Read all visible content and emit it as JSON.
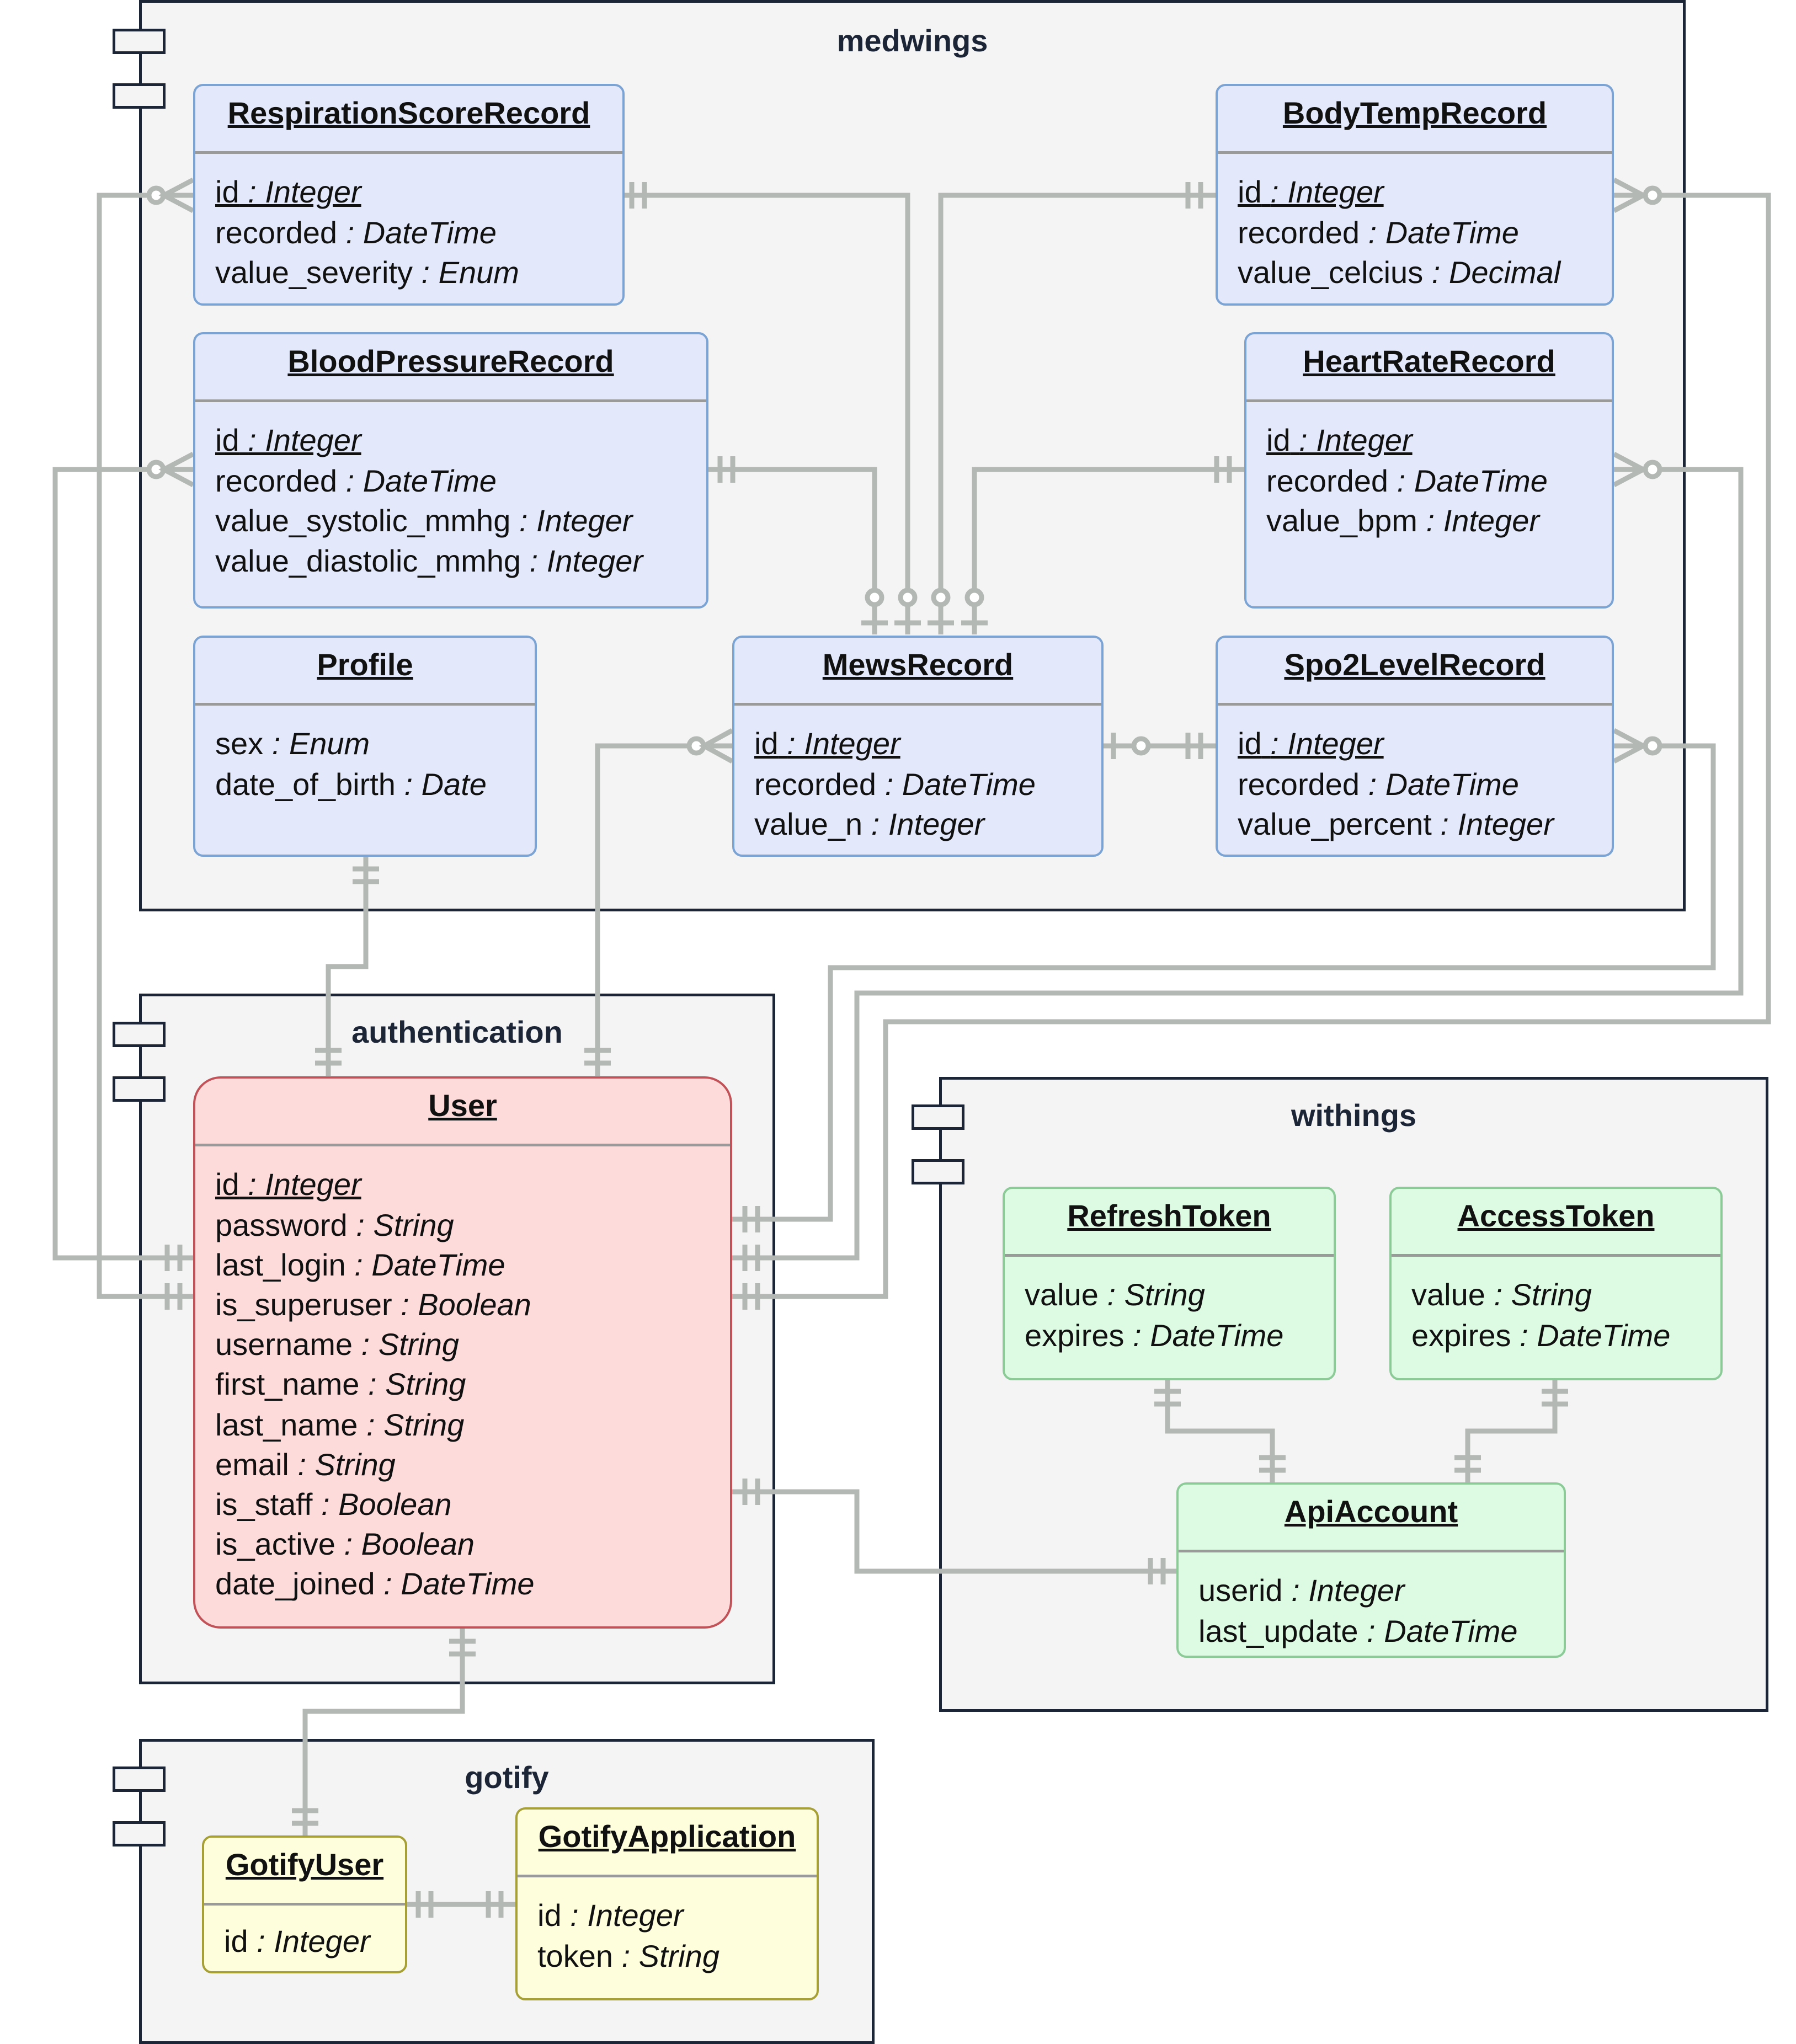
{
  "packages": {
    "medwings": "medwings",
    "authentication": "authentication",
    "withings": "withings",
    "gotify": "gotify"
  },
  "entities": {
    "respiration": {
      "name": "RespirationScoreRecord",
      "attrs": [
        {
          "name": "id",
          "type": ": Integer"
        },
        {
          "name": "recorded",
          "type": ": DateTime"
        },
        {
          "name": "value_severity",
          "type": ": Enum"
        }
      ]
    },
    "bodytemp": {
      "name": "BodyTempRecord",
      "attrs": [
        {
          "name": "id",
          "type": ": Integer"
        },
        {
          "name": "recorded",
          "type": ": DateTime"
        },
        {
          "name": "value_celcius",
          "type": ": Decimal"
        }
      ]
    },
    "bloodpressure": {
      "name": "BloodPressureRecord",
      "attrs": [
        {
          "name": "id",
          "type": ": Integer"
        },
        {
          "name": "recorded",
          "type": ": DateTime"
        },
        {
          "name": "value_systolic_mmhg",
          "type": ": Integer"
        },
        {
          "name": "value_diastolic_mmhg",
          "type": ": Integer"
        }
      ]
    },
    "heartrate": {
      "name": "HeartRateRecord",
      "attrs": [
        {
          "name": "id",
          "type": ": Integer"
        },
        {
          "name": "recorded",
          "type": ": DateTime"
        },
        {
          "name": "value_bpm",
          "type": ": Integer"
        }
      ]
    },
    "profile": {
      "name": "Profile",
      "attrs": [
        {
          "name": "sex",
          "type": ": Enum"
        },
        {
          "name": "date_of_birth",
          "type": ": Date"
        }
      ]
    },
    "mews": {
      "name": "MewsRecord",
      "attrs": [
        {
          "name": "id",
          "type": ": Integer"
        },
        {
          "name": "recorded",
          "type": ": DateTime"
        },
        {
          "name": "value_n",
          "type": ": Integer"
        }
      ]
    },
    "spo2": {
      "name": "Spo2LevelRecord",
      "attrs": [
        {
          "name": "id",
          "type": ": Integer"
        },
        {
          "name": "recorded",
          "type": ": DateTime"
        },
        {
          "name": "value_percent",
          "type": ": Integer"
        }
      ]
    },
    "user": {
      "name": "User",
      "attrs": [
        {
          "name": "id",
          "type": ": Integer"
        },
        {
          "name": "password",
          "type": ": String"
        },
        {
          "name": "last_login",
          "type": ": DateTime"
        },
        {
          "name": "is_superuser",
          "type": ": Boolean"
        },
        {
          "name": "username",
          "type": ": String"
        },
        {
          "name": "first_name",
          "type": ": String"
        },
        {
          "name": "last_name",
          "type": ": String"
        },
        {
          "name": "email",
          "type": ": String"
        },
        {
          "name": "is_staff",
          "type": ": Boolean"
        },
        {
          "name": "is_active",
          "type": ": Boolean"
        },
        {
          "name": "date_joined",
          "type": ": DateTime"
        }
      ]
    },
    "refreshtoken": {
      "name": "RefreshToken",
      "attrs": [
        {
          "name": "value",
          "type": ": String"
        },
        {
          "name": "expires",
          "type": ": DateTime"
        }
      ]
    },
    "accesstoken": {
      "name": "AccessToken",
      "attrs": [
        {
          "name": "value",
          "type": ": String"
        },
        {
          "name": "expires",
          "type": ": DateTime"
        }
      ]
    },
    "apiaccount": {
      "name": "ApiAccount",
      "attrs": [
        {
          "name": "userid",
          "type": ": Integer"
        },
        {
          "name": "last_update",
          "type": ": DateTime"
        }
      ]
    },
    "gotifyuser": {
      "name": "GotifyUser",
      "attrs": [
        {
          "name": "id",
          "type": ": Integer"
        }
      ]
    },
    "gotifyapp": {
      "name": "GotifyApplication",
      "attrs": [
        {
          "name": "id",
          "type": ": Integer"
        },
        {
          "name": "token",
          "type": ": String"
        }
      ]
    }
  },
  "colors": {
    "package_border": "#1c2536",
    "package_fill": "#f4f4f5",
    "connector": "#b4b8b4",
    "medwings_fill": "#e3e9fb",
    "auth_fill": "#fedbdb",
    "withings_fill": "#ddfbe3",
    "gotify_fill": "#fefedd"
  }
}
